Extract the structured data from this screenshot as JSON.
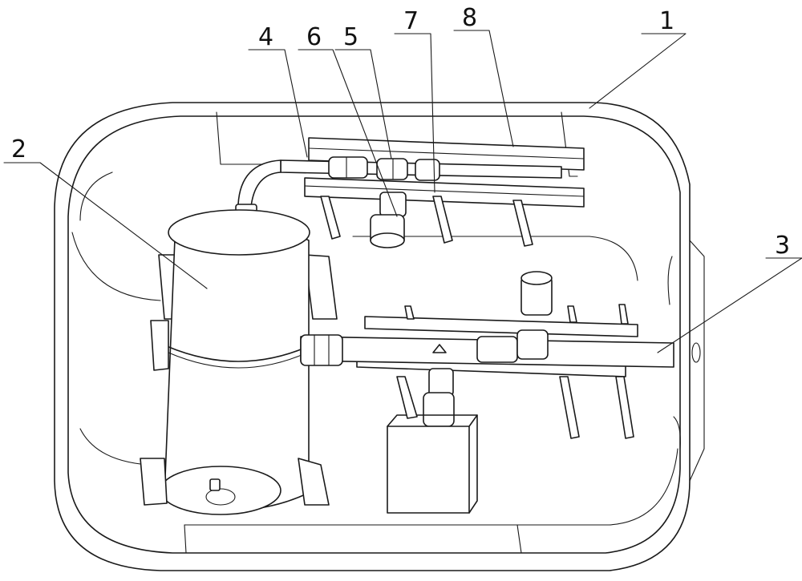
{
  "figure": {
    "labels": [
      {
        "id": "1",
        "text": "1"
      },
      {
        "id": "2",
        "text": "2"
      },
      {
        "id": "3",
        "text": "3"
      },
      {
        "id": "4",
        "text": "4"
      },
      {
        "id": "5",
        "text": "5"
      },
      {
        "id": "6",
        "text": "6"
      },
      {
        "id": "7",
        "text": "7"
      },
      {
        "id": "8",
        "text": "8"
      }
    ]
  },
  "colors": {
    "line": "#1a1a1a",
    "background": "#ffffff"
  }
}
